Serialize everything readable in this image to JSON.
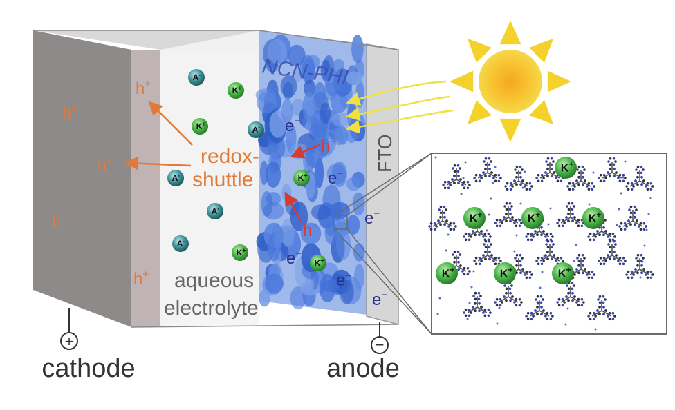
{
  "labels": {
    "cathode": "cathode",
    "anode": "anode",
    "cathode_sign": "+",
    "anode_sign": "−",
    "layer": "NCN-PHI",
    "fto": "FTO",
    "redox": "redox-",
    "shuttle": "shuttle",
    "aqueous": "aqueous",
    "electrolyte": "electrolyte"
  },
  "carriers": {
    "hole": "h",
    "electron": "e",
    "plus": "+",
    "minus": "−"
  },
  "ions": {
    "anion": "A",
    "anion_charge": "-",
    "cation": "K",
    "cation_charge": "+"
  },
  "colors": {
    "hole": "#e07a3a",
    "hole_red": "#d73b2e",
    "electron": "#2c3190",
    "anion": "#2f7f86",
    "cation": "#3a9a3a",
    "sun": "#f4d22b",
    "sun_core": "#f6a623"
  }
}
